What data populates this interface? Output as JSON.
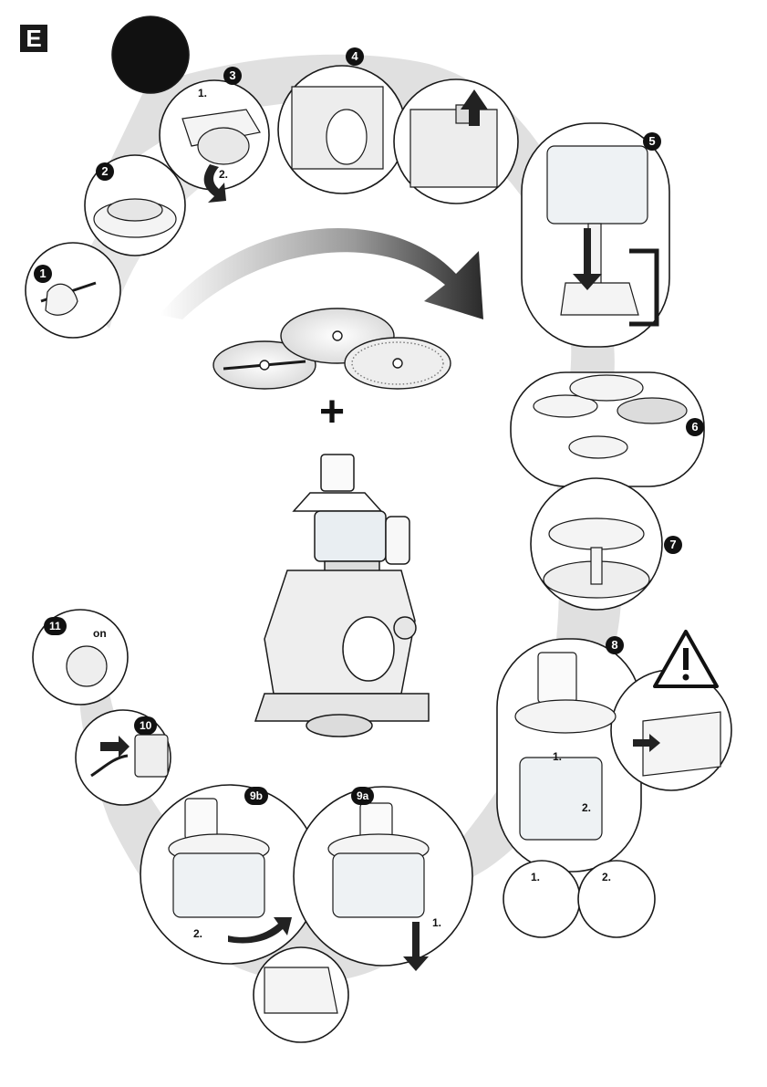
{
  "section": "E",
  "steps": {
    "s1": "1",
    "s2": "2",
    "s3": "3",
    "s4": "4",
    "s5": "5",
    "s6": "6",
    "s7": "7",
    "s8": "8",
    "s9a": "9a",
    "s9b": "9b",
    "s10": "10",
    "s11": "11"
  },
  "sublabels": {
    "s3_first": "1.",
    "s3_second": "2.",
    "s8_first": "1.",
    "s8_second": "2.",
    "s8_pos_1": "1.",
    "s8_pos_2": "2.",
    "s9a_first": "1.",
    "s9b_second": "2."
  },
  "switch_label": "on",
  "plus_sign": "+",
  "colors": {
    "swoosh": "#cfcfcf",
    "outline": "#1a1a1a",
    "badge": "#111111",
    "arrow": "#333333"
  },
  "icons": [
    "warning-icon",
    "plug-icon",
    "socket-icon",
    "arrow-icon"
  ]
}
